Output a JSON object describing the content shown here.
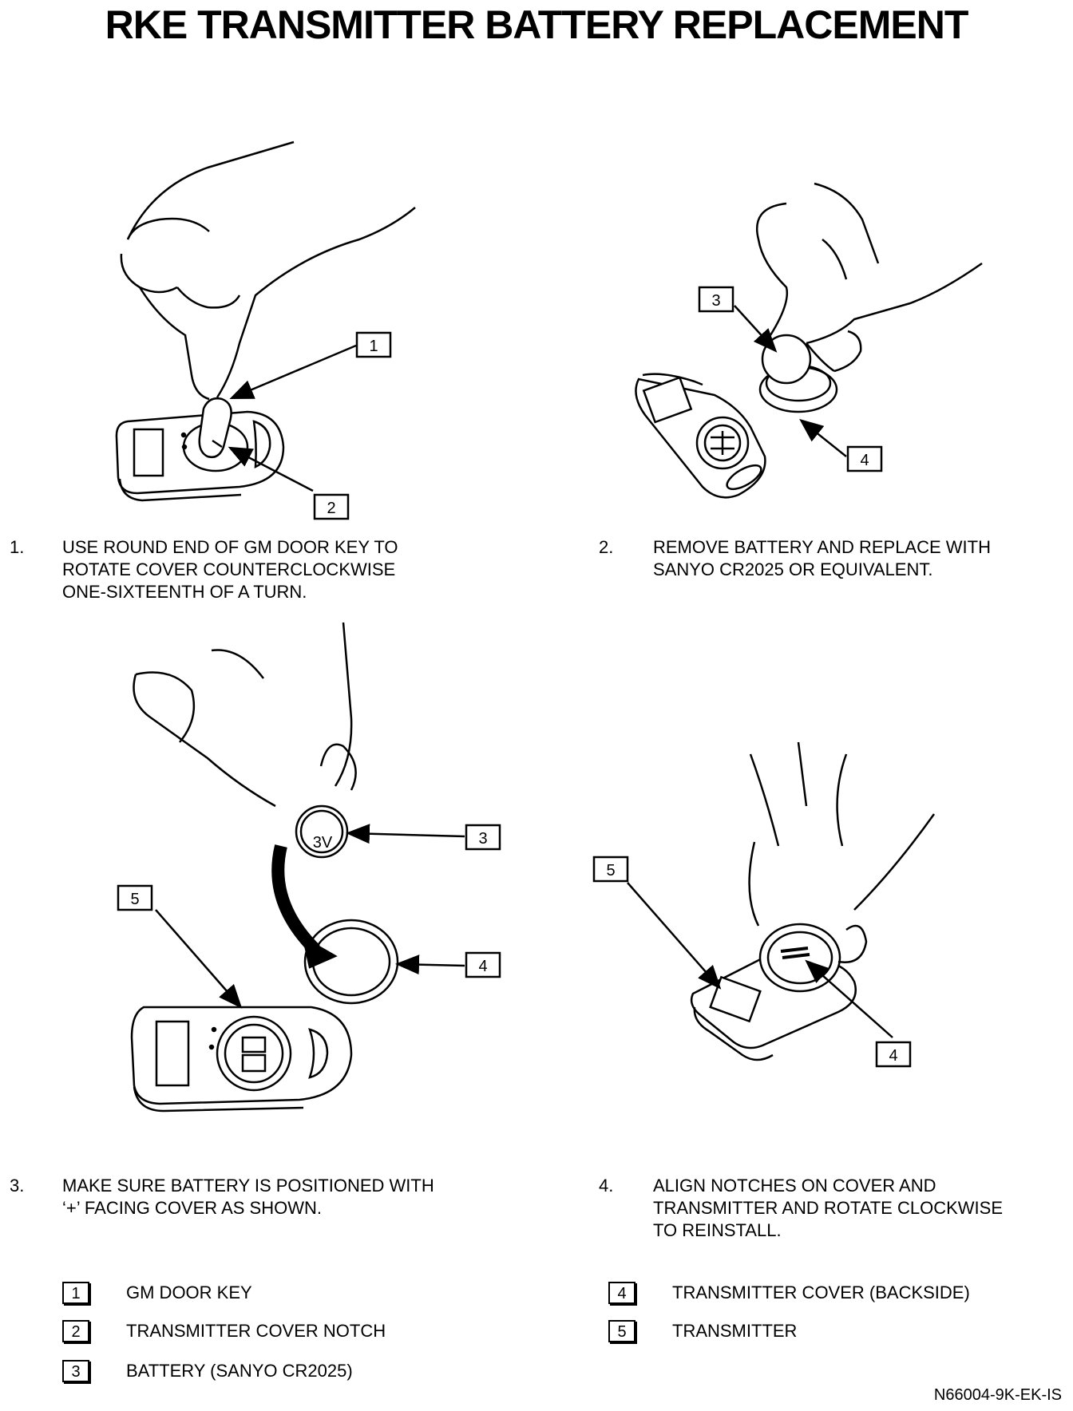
{
  "title": "RKE TRANSMITTER BATTERY REPLACEMENT",
  "steps": [
    {
      "num": "1.",
      "text": "USE ROUND END OF GM DOOR KEY TO\nROTATE COVER COUNTERCLOCKWISE\nONE-SIXTEENTH OF A TURN."
    },
    {
      "num": "2.",
      "text": "REMOVE BATTERY AND REPLACE WITH\nSANYO CR2025 OR EQUIVALENT."
    },
    {
      "num": "3.",
      "text": "MAKE SURE BATTERY IS POSITIONED WITH\n‘+’ FACING COVER AS SHOWN."
    },
    {
      "num": "4.",
      "text": "ALIGN NOTCHES ON COVER AND\nTRANSMITTER AND ROTATE CLOCKWISE\nTO REINSTALL."
    }
  ],
  "callouts": {
    "c1": "1",
    "c2": "2",
    "c3": "3",
    "c4": "4",
    "c5": "5"
  },
  "battery_marking": "3V",
  "legend": [
    {
      "num": "1",
      "label": "GM DOOR KEY"
    },
    {
      "num": "2",
      "label": "TRANSMITTER COVER NOTCH"
    },
    {
      "num": "3",
      "label": "BATTERY (SANYO  CR2025)"
    },
    {
      "num": "4",
      "label": "TRANSMITTER COVER (BACKSIDE)"
    },
    {
      "num": "5",
      "label": "TRANSMITTER"
    }
  ],
  "figure_code": "N66004-9K-EK-IS"
}
